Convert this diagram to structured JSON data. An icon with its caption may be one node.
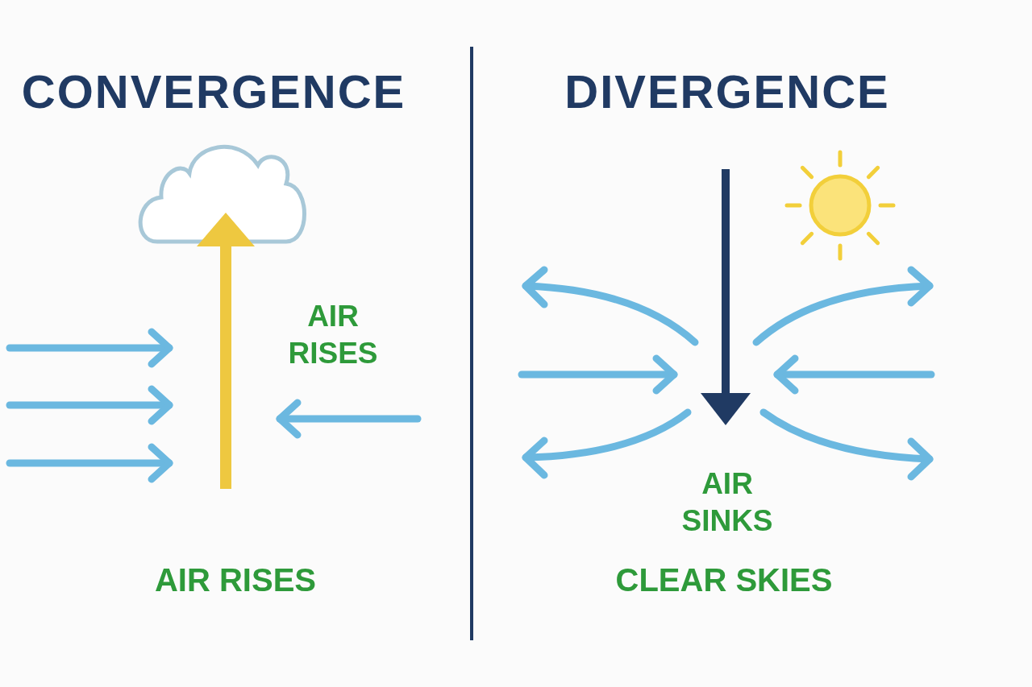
{
  "diagram": {
    "labels": [
      "CONVERGENCE",
      "DIVERGENCE",
      "AIR RISES",
      "AIR SINKS",
      "AIR RISES",
      "CLEAR SKIES"
    ]
  }
}
